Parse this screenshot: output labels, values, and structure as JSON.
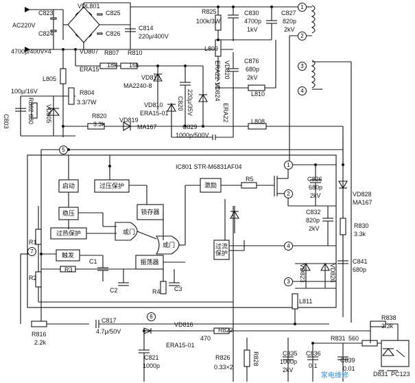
{
  "labels": {
    "c823": "C823",
    "c824": "C824",
    "c825": "C825",
    "c826": "C826",
    "vdl801": "VDL801",
    "ac220v": "AC220V",
    "c_cap4": "4700p/400V×4",
    "vd807": "VD807",
    "era15a": "ERA15",
    "r807": "R807",
    "r807v": "18k",
    "r810": "R810",
    "r810v": "16k",
    "c814": "C814",
    "c814v": "220μ/400V",
    "r825": "R825",
    "r825v": "100k/3W",
    "c830": "C830",
    "c830v": "4700p",
    "c830u": "1kV",
    "c827": "C827",
    "c827v": "820p",
    "c827u": "2kV",
    "l809": "L809",
    "c876": "C876",
    "c876v": "680p",
    "c876u": "2kV",
    "l810": "L810",
    "vd820": "VD820",
    "era22_10": "ERA22-10",
    "era22": "ERA22",
    "vd824": "VD824",
    "vd812": "VD812",
    "ma2240": "MA2240-8",
    "l805": "L805",
    "c100": "100μ/16V",
    "r804": "R804",
    "r804v": "3.3/7W",
    "c803": "C803",
    "r802": "R802 680",
    "vd805": "VD805",
    "r820": "R820",
    "r820v": "3.3k",
    "vd819": "VD819",
    "ma167a": "MA167",
    "vd810": "VD810",
    "era15_01a": "ERA15-01",
    "c820": "C820",
    "c820v": "220μ/35V",
    "c829": "C829",
    "c829v": "1000p/500V",
    "l808": "L808",
    "ic801": "IC801 STR-M6831AF04",
    "qidong": "启动",
    "guoya": "过压保护",
    "wenya": "稳压",
    "suocunqi": "锁存器",
    "guore": "过热保护",
    "huomen1": "或门",
    "huomen2": "或门",
    "chufa": "触发",
    "c1": "C1",
    "zhendangqi": "振荡器",
    "jili": "激励",
    "r5": "R5",
    "guoliu": "过流保护",
    "r1": "R1",
    "r2": "R2",
    "r3": "R3",
    "c2": "C2",
    "r4": "R4",
    "c3": "C3",
    "c826b": "C826",
    "c826bv": "680p",
    "c826bu": "2kV",
    "c832": "C832",
    "c832v": "820p",
    "c832u": "2kV",
    "vd828": "VD828",
    "ma167b": "MA167",
    "r830": "R830",
    "r830v": "3.3k",
    "c841": "C841",
    "c841v": "680p",
    "vd823": "VD823",
    "vd826": "VD826",
    "l811": "L811",
    "r816": "R816",
    "r816v": "2.2k",
    "c817": "C817",
    "c817v": "4.7μ/50V",
    "vd816": "VD816",
    "era15_01b": "ERA15-01",
    "r822": "R822",
    "r822v": "470",
    "r831": "R831",
    "r831v": "560",
    "r838": "R838",
    "r838v": "3.3k",
    "c821": "C821",
    "c821v": "1000p",
    "r826": "R826",
    "r826v": "0.33×2",
    "r828": "R828",
    "c835": "C835",
    "c835v": "1000p",
    "c835u": "2kV",
    "c836": "C836",
    "c836v": "0.1",
    "c839": "C839",
    "c839v": "0.01",
    "d831": "D831",
    "pc123": "PC123",
    "watermark": "家电维修"
  },
  "pins": {
    "p1a": "1",
    "p2a": "2",
    "p3a": "3",
    "p4a": "4",
    "p5": "5",
    "p7": "7",
    "p6": "6",
    "p1b": "1",
    "p2b": "2",
    "p4b": "4",
    "p3b": "3"
  }
}
